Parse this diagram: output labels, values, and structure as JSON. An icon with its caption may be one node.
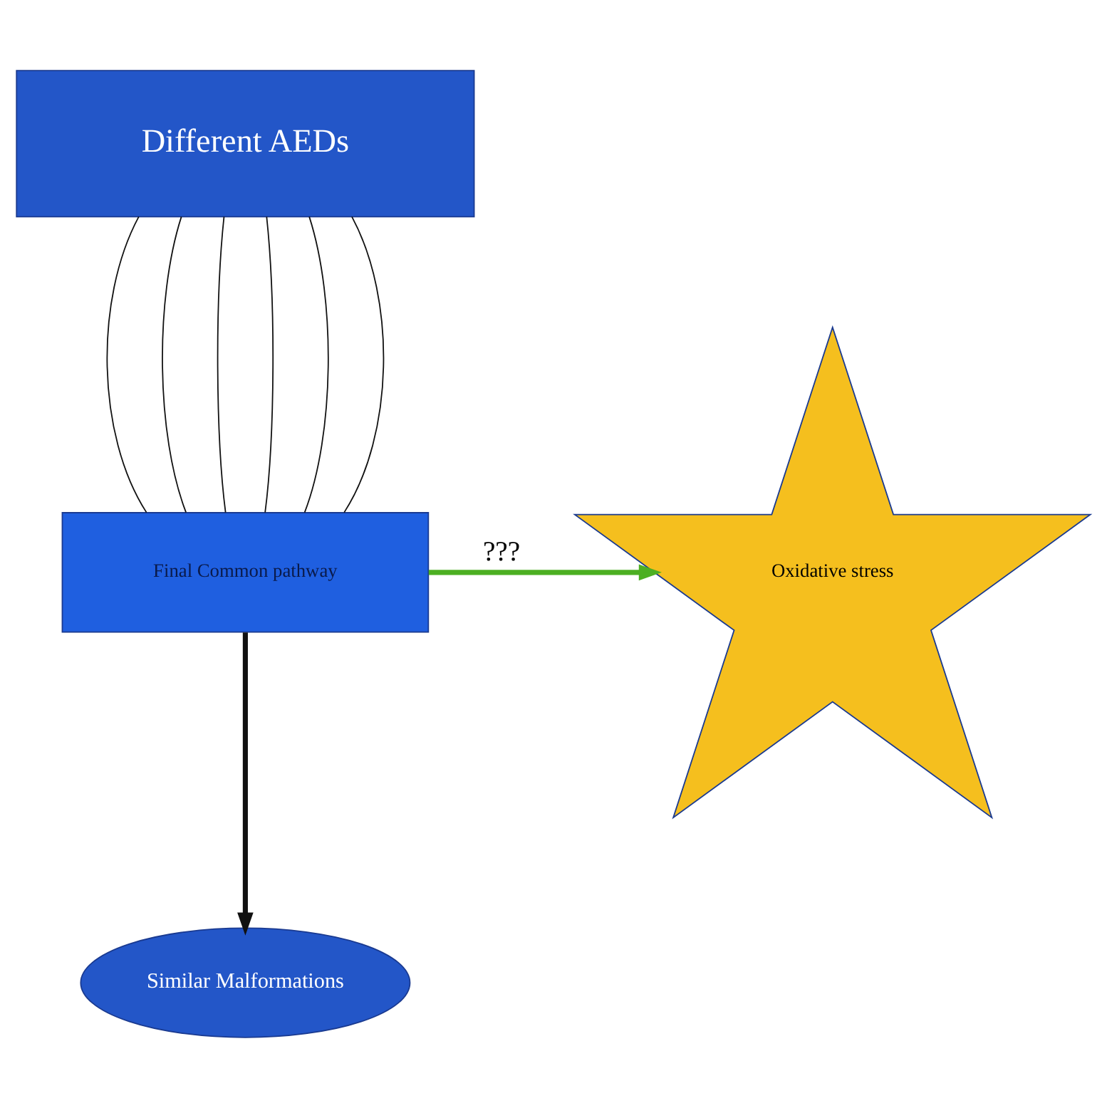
{
  "diagram": {
    "nodes": [
      {
        "text": [
          "Different AEDs"
        ]
      },
      {
        "text": [
          "Final Common pathway"
        ]
      },
      {
        "text": [
          "Similar Malformations"
        ]
      },
      {
        "text": [
          "Oxidative stress"
        ]
      }
    ],
    "edges": [
      {
        "from": 0,
        "to": 1,
        "arrow": "none"
      },
      {
        "from": 0,
        "to": 1,
        "arrow": "none"
      },
      {
        "from": 0,
        "to": 1,
        "arrow": "none"
      },
      {
        "from": 0,
        "to": 1,
        "arrow": "none"
      },
      {
        "from": 0,
        "to": 1,
        "arrow": "none"
      },
      {
        "from": 0,
        "to": 1,
        "arrow": "none"
      },
      {
        "from": 1,
        "to": 2,
        "arrow": "to",
        "style": "thick"
      },
      {
        "from": 1,
        "to": 3,
        "arrow": "to",
        "label": "???",
        "style": "thick",
        "color": "#4caf22"
      }
    ]
  }
}
